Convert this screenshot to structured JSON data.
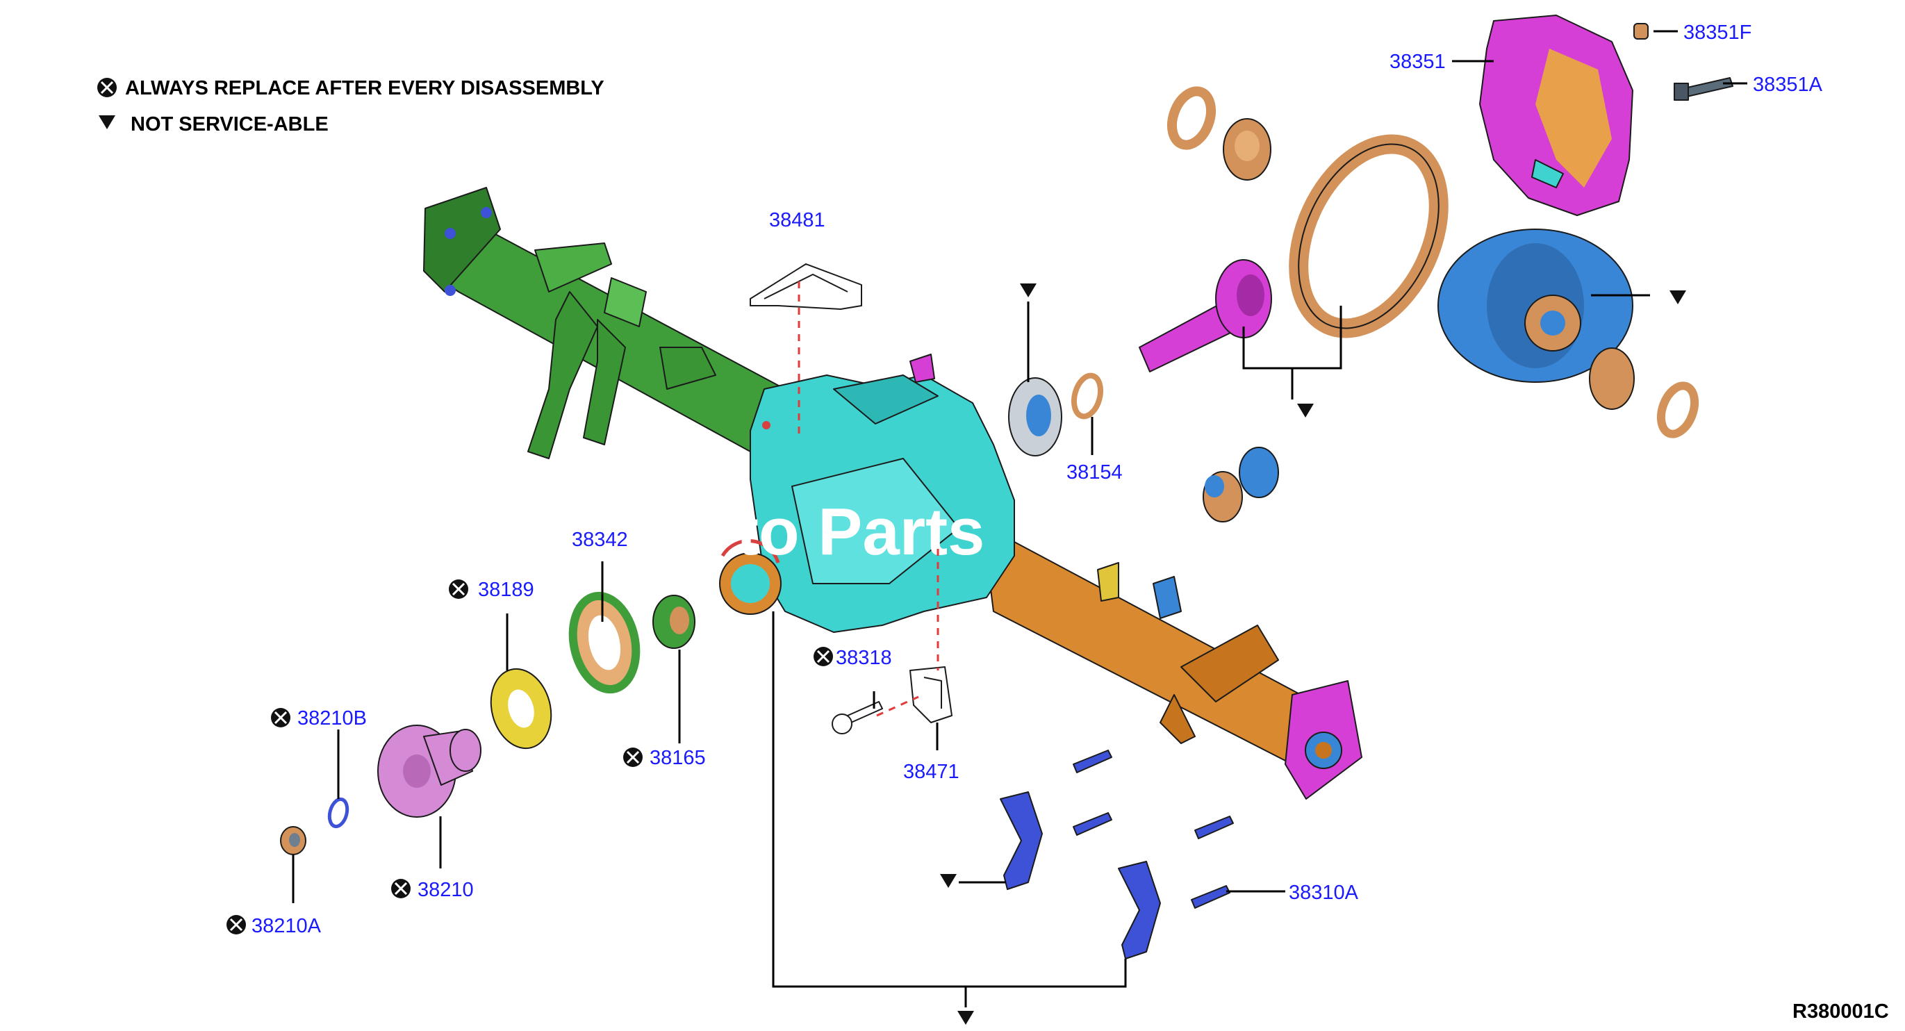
{
  "legend": {
    "replace_text": "ALWAYS REPLACE AFTER EVERY DISASSEMBLY",
    "not_serviceable_text": "NOT SERVICE-ABLE"
  },
  "watermark": "to Parts",
  "diagram_code": "R380001C",
  "parts": {
    "p38351": "38351",
    "p38351F": "38351F",
    "p38351A": "38351A",
    "p38481": "38481",
    "p38154": "38154",
    "p38189": "38189",
    "p38342": "38342",
    "p38165": "38165",
    "p38318": "38318",
    "p38471": "38471",
    "p38210B": "38210B",
    "p38210": "38210",
    "p38210A": "38210A",
    "p38310A": "38310A"
  },
  "colors": {
    "housing": "#3fd3d0",
    "axle_left": "#3f9e3a",
    "axle_right": "#d9892f",
    "magenta": "#d63fd6",
    "copper": "#d2925a",
    "blue": "#3a86d6",
    "navy_blue": "#3d52d6",
    "yellow": "#e8d23a",
    "pink": "#d58ad6",
    "label_blue": "#1a1aff"
  }
}
